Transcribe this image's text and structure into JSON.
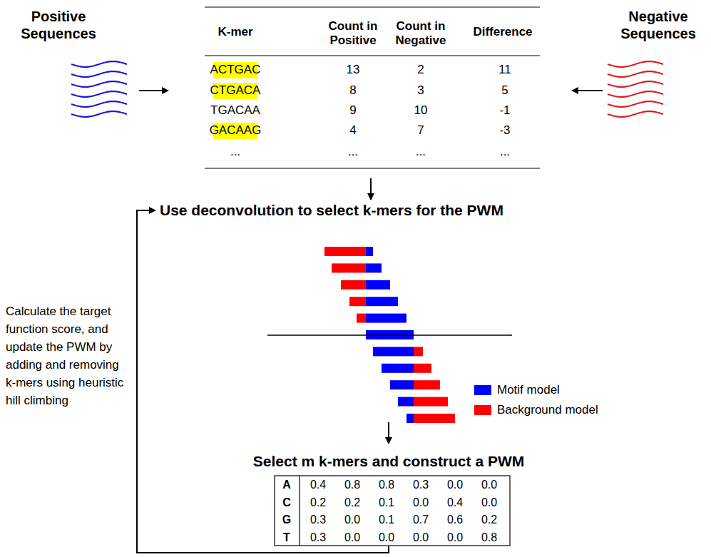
{
  "diagram": {
    "labels": [
      "Positive Sequences",
      "K-mer",
      "Count in Positive",
      "Count in Negative",
      "Difference",
      "Negative Sequences",
      "ACTGAC",
      "13",
      "2",
      "11",
      "CTGACA",
      "8",
      "3",
      "5",
      "TGACAA",
      "9",
      "10",
      "-1",
      "GACAAG",
      "4",
      "7",
      "-3",
      "...",
      "...",
      "...",
      "...",
      "Use deconvolution to select k-mers for the PWM",
      "Calculate the target function score, and update the PWM by adding and removing k-mers using heuristic hill climbing",
      "Select m k-mers and construct a PWM",
      "A",
      "0.4",
      "0.8",
      "0.8",
      "0.3",
      "0.0",
      "0.0",
      "C",
      "0.2",
      "0.2",
      "0.1",
      "0.0",
      "0.4",
      "0.0",
      "G",
      "0.3",
      "0.0",
      "0.1",
      "0.7",
      "0.6",
      "0.2",
      "T",
      "0.3",
      "0.0",
      "0.0",
      "0.0",
      "0.0",
      "0.8"
    ],
    "legend": [
      {
        "text": "Motif model",
        "color": "#0000ff"
      },
      {
        "text": "Background model",
        "color": "#ff0000"
      }
    ]
  }
}
